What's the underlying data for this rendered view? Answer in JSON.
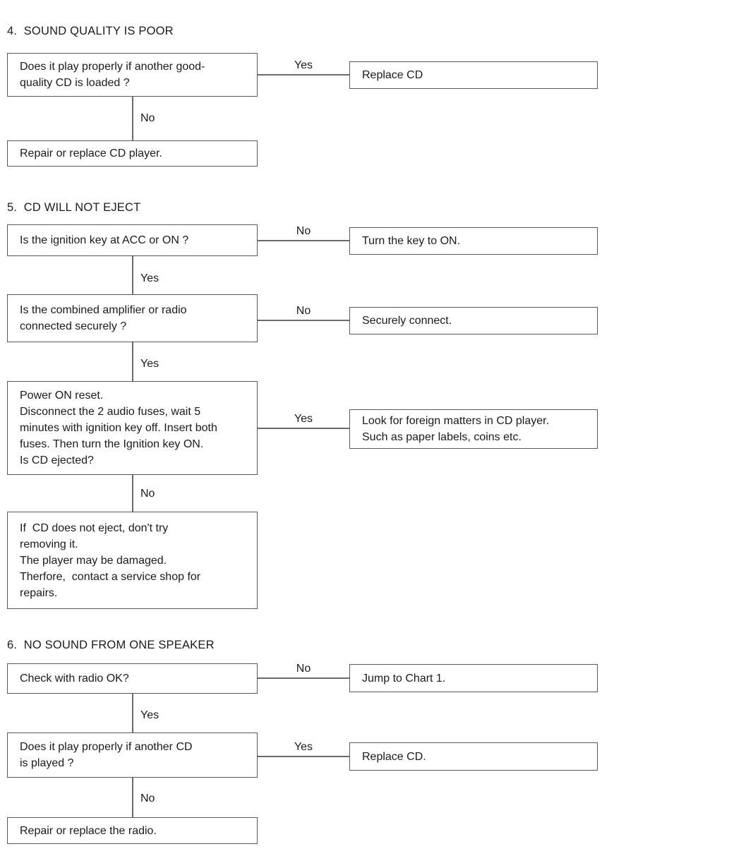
{
  "document": {
    "type": "troubleshooting-flowchart",
    "colors": {
      "background": "#ffffff",
      "text": "#1b1b1b",
      "line": "#6a6a6a"
    }
  },
  "sections": [
    {
      "title": "4.  SOUND QUALITY IS POOR",
      "rows": [
        {
          "question": "Does it play properly if another good-\nquality CD is loaded ?",
          "side_label": "Yes",
          "side_result": "Replace CD",
          "down_label": "No"
        }
      ],
      "end": "Repair or replace CD player."
    },
    {
      "title": "5.  CD WILL NOT EJECT",
      "rows": [
        {
          "question": "Is the ignition key at ACC or ON ?",
          "side_label": "No",
          "side_result": "Turn the key to ON.",
          "down_label": "Yes"
        },
        {
          "question": "Is the combined amplifier or radio\nconnected securely ?",
          "side_label": "No",
          "side_result": "Securely connect.",
          "down_label": "Yes"
        },
        {
          "question": "Power ON reset.\nDisconnect the 2 audio fuses, wait 5\nminutes with ignition key off. Insert both\nfuses. Then turn the Ignition key ON.\nIs CD ejected?",
          "side_label": "Yes",
          "side_result": "Look for foreign matters in CD player.\nSuch as paper labels, coins etc.",
          "down_label": "No"
        }
      ],
      "end": "If  CD does not eject, don't try\nremoving it.\nThe player may be damaged.\nTherfore,  contact a service shop for\nrepairs."
    },
    {
      "title": "6.  NO SOUND FROM ONE SPEAKER",
      "rows": [
        {
          "question": "Check with radio OK?",
          "side_label": "No",
          "side_result": "Jump to Chart 1.",
          "down_label": "Yes"
        },
        {
          "question": "Does it play properly if another CD\nis played ?",
          "side_label": "Yes",
          "side_result": "Replace CD.",
          "down_label": "No"
        }
      ],
      "end": "Repair or replace the radio."
    }
  ]
}
